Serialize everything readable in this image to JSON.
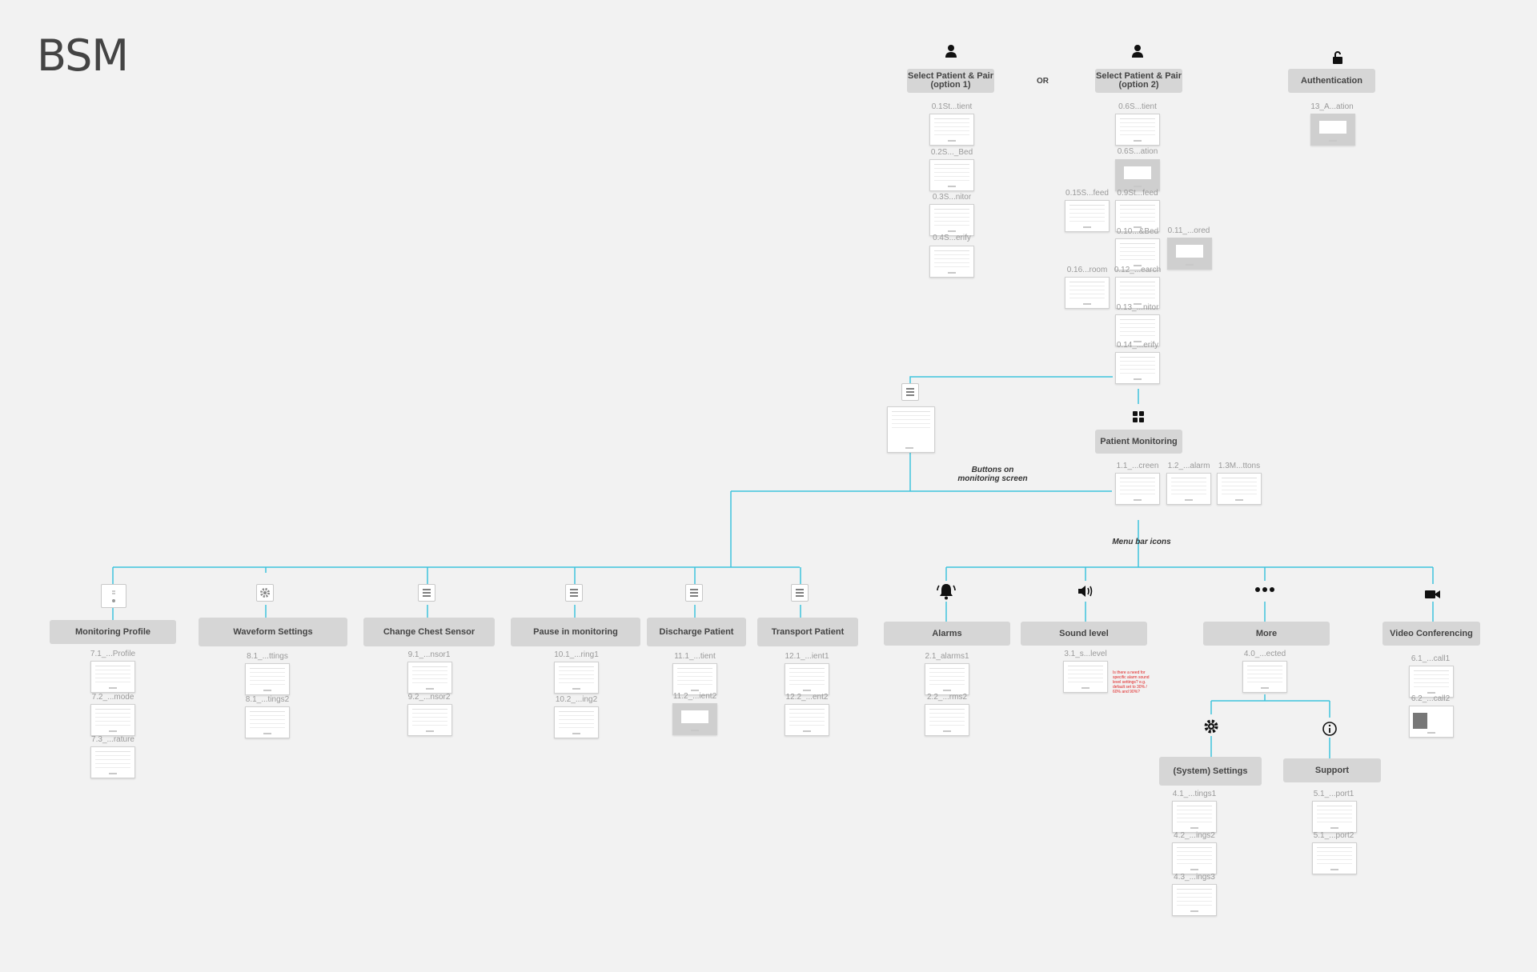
{
  "title": "BSM",
  "colors": {
    "connector": "#3ec3dc",
    "node_bg": "#d6d6d6",
    "background": "#f2f2f2",
    "note": "#e02020"
  },
  "pairing": {
    "option1": {
      "label": "Select Patient & Pair\n(option 1)",
      "icon": "user-icon",
      "screens": [
        "0.1St...tient",
        "0.2S..._Bed",
        "0.3S...nitor",
        "0.4S...erify"
      ]
    },
    "or_label": "OR",
    "option2": {
      "label": "Select Patient & Pair\n(option 2)",
      "icon": "user-icon",
      "screens": [
        "0.6S...tient",
        "0.6S...ation",
        "0.9St...feed",
        "0.10...&Bed",
        "0.12_...earch",
        "0.13_...nitor",
        "0.14_...erify"
      ],
      "side_screens": [
        "0.15S...feed",
        "0.16...room",
        "0.11_...ored"
      ]
    },
    "authentication": {
      "label": "Authentication",
      "icon": "unlock-icon",
      "screens": [
        "13_A...ation"
      ]
    }
  },
  "patient_monitoring": {
    "label": "Patient Monitoring",
    "icon": "grid-icon",
    "screens": [
      "1.1_...creen",
      "1.2_...alarm",
      "1.3M...ttons"
    ]
  },
  "annotations": {
    "buttons": "Buttons on\nmonitoring screen",
    "menubar": "Menu bar icons",
    "sound_note": "Is there a need for specific alarm sound level settings? e.g. default set to 30% / 60% and 90%?"
  },
  "button_flows": [
    {
      "label": "Monitoring Profile",
      "icon": "profile-icon",
      "screens": [
        "7.1_...Profile",
        "7.2_...mode",
        "7.3_...rature"
      ]
    },
    {
      "label": "Waveform Settings",
      "icon": "gear-icon",
      "screens": [
        "8.1_...ttings",
        "8.1_...tings2"
      ]
    },
    {
      "label": "Change Chest Sensor",
      "icon": "menu-icon",
      "screens": [
        "9.1_...nsor1",
        "9.2_...nsor2"
      ]
    },
    {
      "label": "Pause in monitoring",
      "icon": "menu-icon",
      "screens": [
        "10.1_...ring1",
        "10.2_...ing2"
      ]
    },
    {
      "label": "Discharge Patient",
      "icon": "menu-icon",
      "screens": [
        "11.1_...tient",
        "11.2_...ient2"
      ]
    },
    {
      "label": "Transport Patient",
      "icon": "menu-icon",
      "screens": [
        "12.1_...ient1",
        "12.2_...ent2"
      ]
    }
  ],
  "menu_flows": [
    {
      "label": "Alarms",
      "icon": "bell-icon",
      "screens": [
        "2.1_alarms1",
        "2.2_...rms2"
      ]
    },
    {
      "label": "Sound level",
      "icon": "speaker-icon",
      "screens": [
        "3.1_s...level"
      ]
    },
    {
      "label": "More",
      "icon": "more-icon",
      "screens": [
        "4.0_...ected"
      ]
    },
    {
      "label": "Video Conferencing",
      "icon": "video-icon",
      "screens": [
        "6.1_...call1",
        "6.2_...call2"
      ]
    }
  ],
  "more_flows": [
    {
      "label": "(System) Settings",
      "icon": "gear-icon",
      "screens": [
        "4.1_...tings1",
        "4.2_...ings2",
        "4.3_...ings3"
      ]
    },
    {
      "label": "Support",
      "icon": "info-icon",
      "screens": [
        "5.1_...port1",
        "5.1_...port2"
      ]
    }
  ]
}
